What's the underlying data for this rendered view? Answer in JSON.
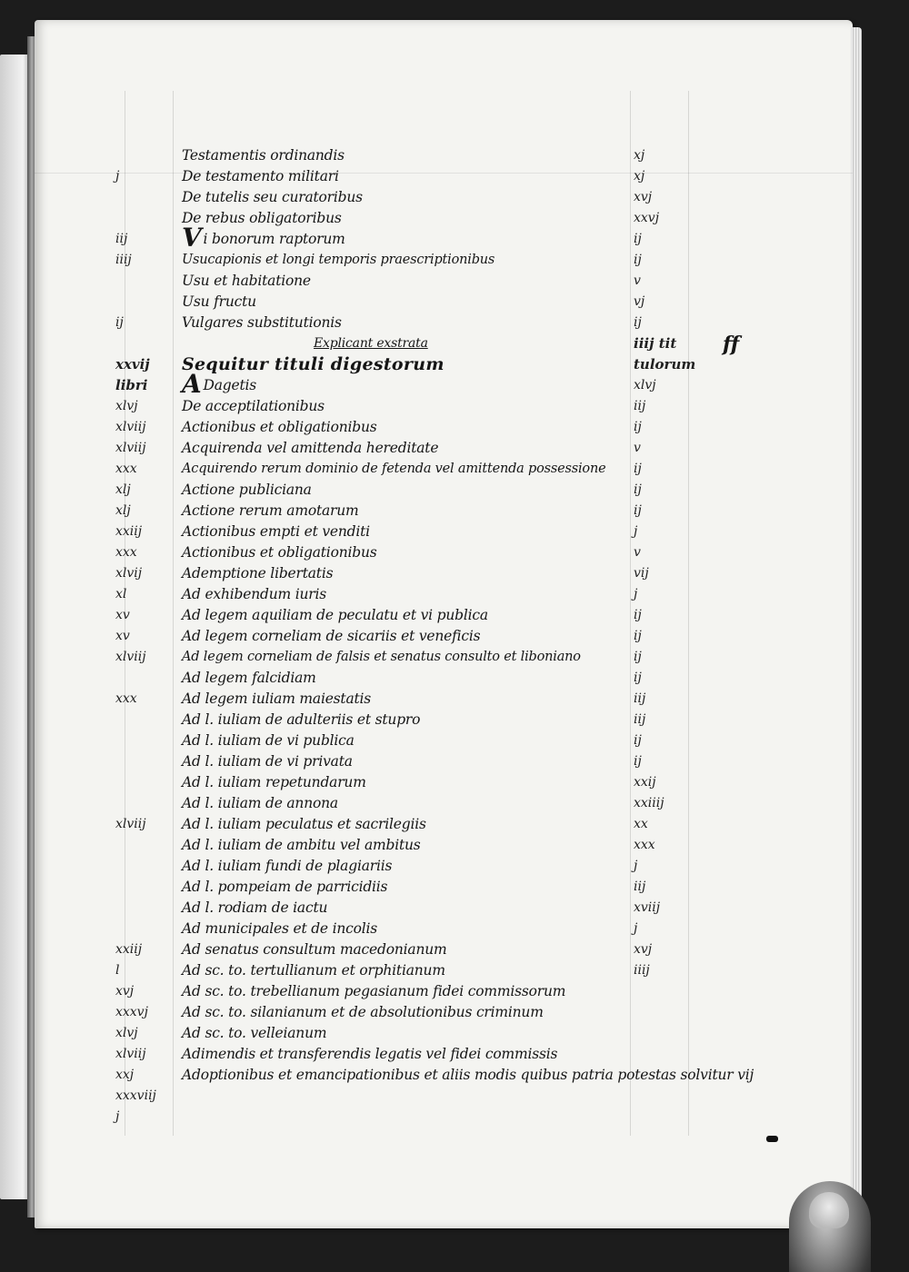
{
  "manuscript": {
    "rubric": "Explicant exstrata",
    "heading": "Sequitur tituli digestorum",
    "flourish": "ff",
    "lines": [
      {
        "cap": "",
        "text": "Testamentis ordinandis",
        "size": "normal"
      },
      {
        "cap": "",
        "text": "De testamento militari",
        "size": "normal"
      },
      {
        "cap": "",
        "text": "De tutelis seu curatoribus",
        "size": "normal"
      },
      {
        "cap": "",
        "text": "De rebus obligatoribus",
        "size": "normal"
      },
      {
        "cap": "V",
        "text": "i bonorum raptorum",
        "size": "normal"
      },
      {
        "cap": "",
        "text": "Usucapionis et longi temporis praescriptionibus",
        "size": "small"
      },
      {
        "cap": "",
        "text": "Usu et habitatione",
        "size": "normal"
      },
      {
        "cap": "",
        "text": "Usu fructu",
        "size": "normal"
      },
      {
        "cap": "",
        "text": "Vulgares substitutionis",
        "size": "normal"
      }
    ],
    "lines2": [
      {
        "cap": "A",
        "text": "Dagetis",
        "size": "normal"
      },
      {
        "cap": "",
        "text": "De acceptilationibus",
        "size": "normal"
      },
      {
        "cap": "",
        "text": "Actionibus et obligationibus",
        "size": "normal"
      },
      {
        "cap": "",
        "text": "Acquirenda vel amittenda hereditate",
        "size": "normal"
      },
      {
        "cap": "",
        "text": "Acquirendo rerum dominio de fetenda vel amittenda possessione",
        "size": "small"
      },
      {
        "cap": "",
        "text": "Actione publiciana",
        "size": "normal"
      },
      {
        "cap": "",
        "text": "Actione rerum amotarum",
        "size": "normal"
      },
      {
        "cap": "",
        "text": "Actionibus empti et venditi",
        "size": "normal"
      },
      {
        "cap": "",
        "text": "Actionibus et obligationibus",
        "size": "normal"
      },
      {
        "cap": "",
        "text": "Ademptione libertatis",
        "size": "normal"
      },
      {
        "cap": "",
        "text": "Ad exhibendum iuris",
        "size": "normal"
      },
      {
        "cap": "",
        "text": "Ad legem aquiliam de peculatu et vi publica",
        "size": "normal"
      },
      {
        "cap": "",
        "text": "Ad legem corneliam de sicariis et veneficis",
        "size": "normal"
      },
      {
        "cap": "",
        "text": "Ad legem corneliam de falsis et senatus consulto et liboniano",
        "size": "small"
      },
      {
        "cap": "",
        "text": "Ad legem falcidiam",
        "size": "normal"
      },
      {
        "cap": "",
        "text": "Ad legem iuliam maiestatis",
        "size": "normal"
      },
      {
        "cap": "",
        "text": "Ad l. iuliam de adulteriis et stupro",
        "size": "normal"
      },
      {
        "cap": "",
        "text": "Ad l. iuliam de vi publica",
        "size": "normal"
      },
      {
        "cap": "",
        "text": "Ad l. iuliam de vi privata",
        "size": "normal"
      },
      {
        "cap": "",
        "text": "Ad l. iuliam repetundarum",
        "size": "normal"
      },
      {
        "cap": "",
        "text": "Ad l. iuliam de annona",
        "size": "normal"
      },
      {
        "cap": "",
        "text": "Ad l. iuliam peculatus et sacrilegiis",
        "size": "normal"
      },
      {
        "cap": "",
        "text": "Ad l. iuliam de ambitu vel ambitus",
        "size": "normal"
      },
      {
        "cap": "",
        "text": "Ad l. iuliam fundi de plagiariis",
        "size": "normal"
      },
      {
        "cap": "",
        "text": "Ad l. pompeiam de parricidiis",
        "size": "normal"
      },
      {
        "cap": "",
        "text": "Ad l. rodiam de iactu",
        "size": "normal"
      },
      {
        "cap": "",
        "text": "Ad municipales et de incolis",
        "size": "normal"
      },
      {
        "cap": "",
        "text": "Ad senatus consultum macedonianum",
        "size": "normal"
      },
      {
        "cap": "",
        "text": "Ad sc. to. tertullianum et orphitianum",
        "size": "normal"
      },
      {
        "cap": "",
        "text": "Ad sc. to. trebellianum pegasianum fidei commissorum",
        "size": "normal"
      },
      {
        "cap": "",
        "text": "Ad sc. to. silanianum et de absolutionibus criminum",
        "size": "normal"
      },
      {
        "cap": "",
        "text": "Ad sc. to. velleianum",
        "size": "normal"
      },
      {
        "cap": "",
        "text": "Adimendis et transferendis legatis vel fidei commissis",
        "size": "normal"
      },
      {
        "cap": "",
        "text": "Adoptionibus et emancipationibus et aliis modis quibus patria potestas solvitur vij",
        "size": "normal"
      }
    ]
  },
  "left_numbers_top": [
    "",
    "j",
    "",
    "",
    "iij",
    "iiij",
    "",
    "",
    "ij",
    ""
  ],
  "left_numbers_mid": [
    "xxvij",
    "libri",
    "xlvj",
    "xlviij",
    "xlviij",
    "xxx",
    "xlj",
    "xlj",
    "xxiij",
    "xxx",
    "xlvij",
    "xl",
    "xv",
    "xv",
    "xlviij",
    "",
    "xxx",
    "",
    "",
    "",
    "",
    "",
    "xlviij",
    "",
    "",
    "",
    "",
    "",
    "xxiij",
    "l",
    "xvj",
    "xxxvj",
    "xlvj",
    "xlviij",
    "xxj",
    "xxxviij",
    "j"
  ],
  "right_numbers": [
    "xj",
    "xj",
    "xvj",
    "xxvj",
    "ij",
    "ij",
    "v",
    "vj",
    "ij",
    "iiij tit",
    "tulorum",
    "xlvj",
    "iij",
    "ij",
    "v",
    "ij",
    "ij",
    "ij",
    "j",
    "v",
    "vij",
    "j",
    "ij",
    "ij",
    "ij",
    "ij",
    "iij",
    "iij",
    "ij",
    "ij",
    "xxij",
    "xxiiij",
    "xx",
    "xxx",
    "j",
    "iij",
    "xviij",
    "j",
    "xvj",
    "iiij"
  ]
}
